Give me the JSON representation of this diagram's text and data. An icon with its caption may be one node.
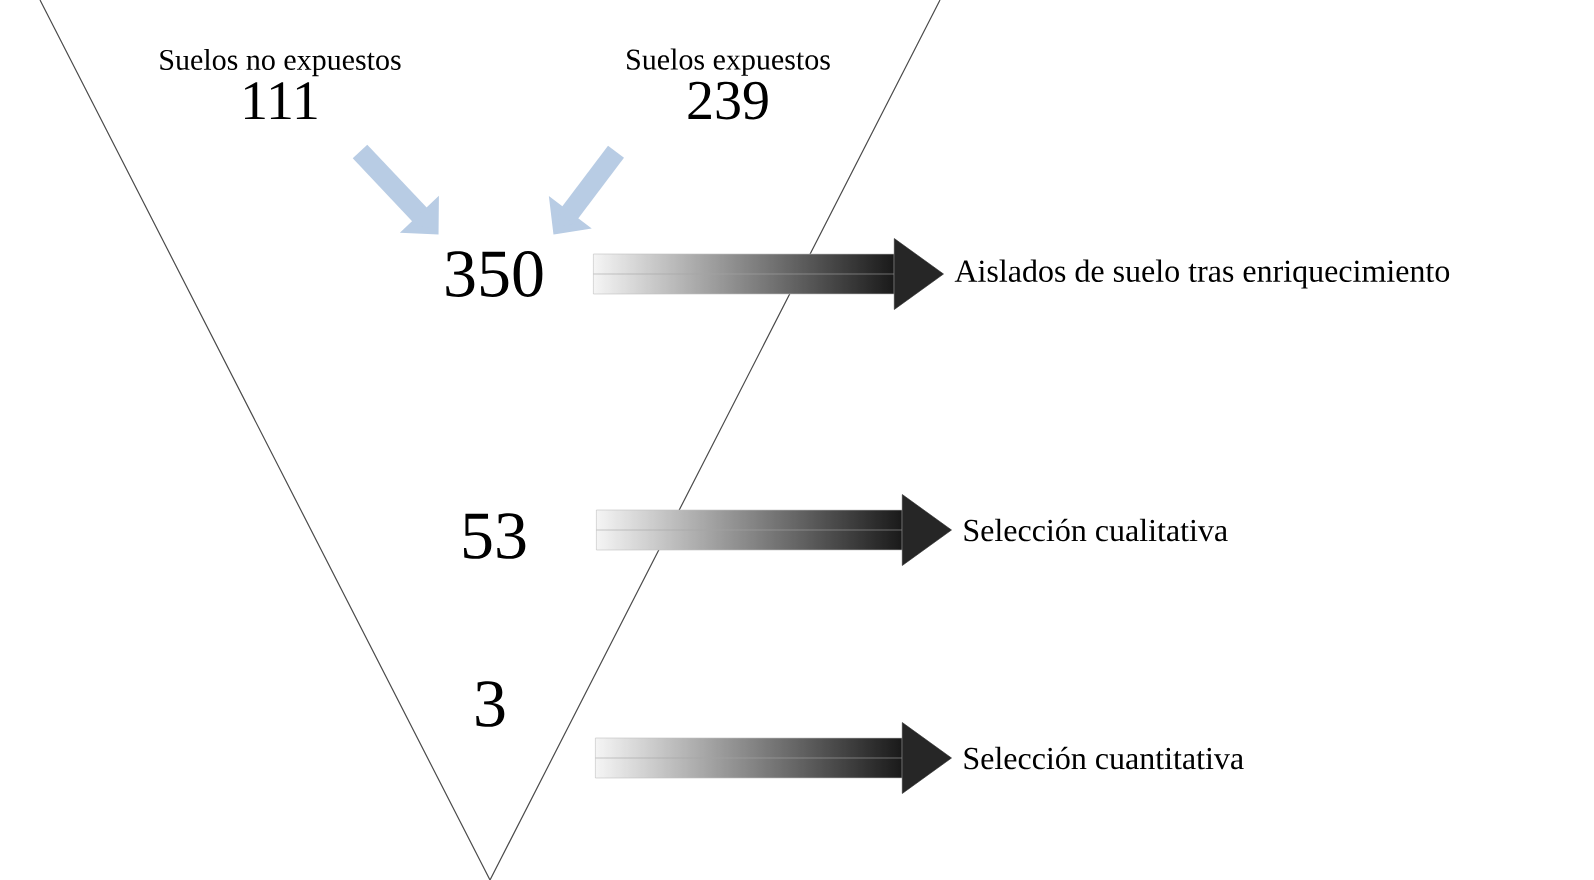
{
  "diagram": {
    "nodes": [
      {
        "text": [],
        "shape": "triangle"
      },
      {
        "text": [
          "Suelos no expuestos",
          "111"
        ],
        "in": 0
      },
      {
        "text": [
          "Suelos expuestos",
          "239"
        ],
        "in": 0
      },
      {
        "text": [
          "350"
        ],
        "in": 0
      },
      {
        "text": [
          "Aislados de suelo tras enriquecimiento"
        ]
      },
      {
        "text": [
          "53"
        ],
        "in": 0
      },
      {
        "text": [
          "Selección cualitativa"
        ]
      },
      {
        "text": [
          "3"
        ],
        "in": 0
      },
      {
        "text": [
          "Selección cuantitativa"
        ]
      }
    ],
    "edges": [
      {
        "from": 1,
        "to": 3,
        "arrow": "to",
        "style": "thick",
        "color": "#b8cce4"
      },
      {
        "from": 2,
        "to": 3,
        "arrow": "to",
        "style": "thick",
        "color": "#b8cce4"
      },
      {
        "from": 3,
        "to": 4,
        "arrow": "to"
      },
      {
        "from": 5,
        "to": 6,
        "arrow": "to"
      },
      {
        "from": 7,
        "to": 8,
        "arrow": "to"
      }
    ]
  }
}
